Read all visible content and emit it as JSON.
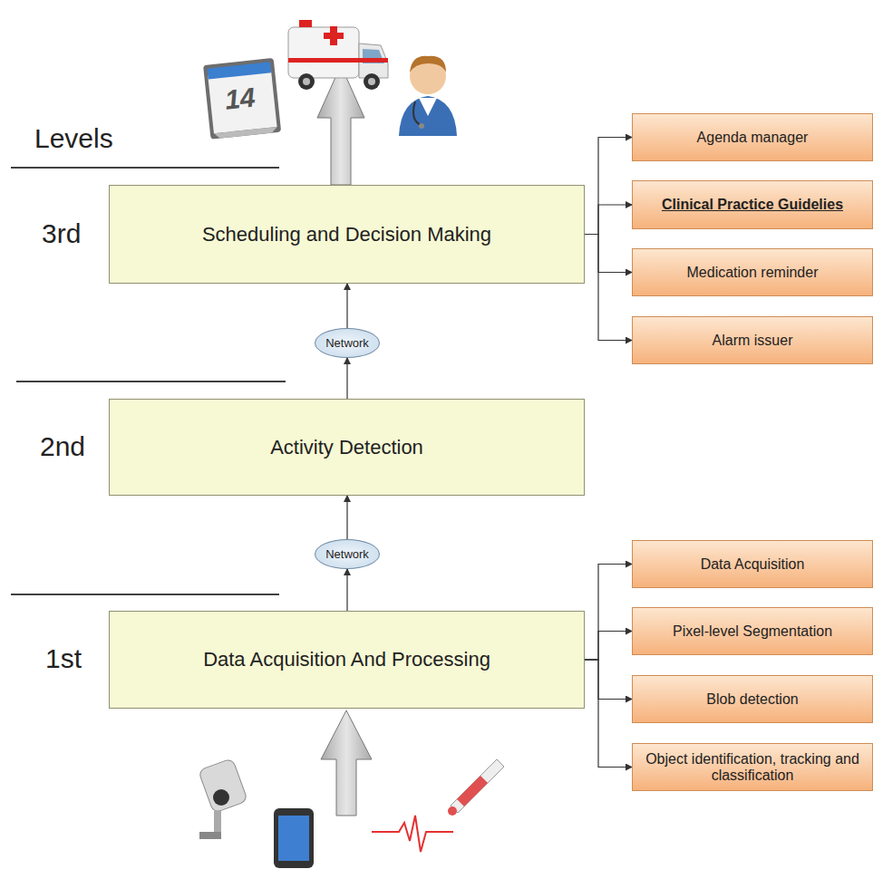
{
  "diagram": {
    "nodes": [
      {
        "text": [
          "Scheduling and Decision Making"
        ]
      },
      {
        "text": [
          "Agenda manager"
        ]
      },
      {
        "text": [
          "Clinical Practice Guidelies"
        ]
      },
      {
        "text": [
          "Medication reminder"
        ]
      },
      {
        "text": [
          "Alarm issuer"
        ]
      },
      {
        "text": [
          "Network"
        ]
      },
      {
        "text": [
          "Activity Detection"
        ]
      },
      {
        "text": [
          "Network"
        ]
      },
      {
        "text": [
          "Data Acquisition And Processing"
        ]
      },
      {
        "text": [
          "Data Acquisition"
        ]
      },
      {
        "text": [
          "Pixel-level Segmentation"
        ]
      },
      {
        "text": [
          "Blob detection"
        ]
      },
      {
        "text": [
          "Object identification, tracking and classification"
        ]
      }
    ],
    "edges": [
      {
        "from": 0,
        "to": 1,
        "arrow": "to"
      },
      {
        "from": 0,
        "to": 2,
        "arrow": "to"
      },
      {
        "from": 0,
        "to": 3,
        "arrow": "to"
      },
      {
        "from": 0,
        "to": 4,
        "arrow": "to"
      },
      {
        "from": 5,
        "to": 0,
        "arrow": "to"
      },
      {
        "from": 6,
        "to": 5,
        "arrow": "to"
      },
      {
        "from": 7,
        "to": 6,
        "arrow": "to"
      },
      {
        "from": 8,
        "to": 7,
        "arrow": "to"
      },
      {
        "from": 8,
        "to": 9,
        "arrow": "to"
      },
      {
        "from": 8,
        "to": 10,
        "arrow": "to"
      },
      {
        "from": 8,
        "to": 11,
        "arrow": "to"
      },
      {
        "from": 8,
        "to": 12,
        "arrow": "to"
      }
    ],
    "labels": [
      "Levels",
      "3rd",
      "2nd",
      "1st",
      "14"
    ]
  }
}
